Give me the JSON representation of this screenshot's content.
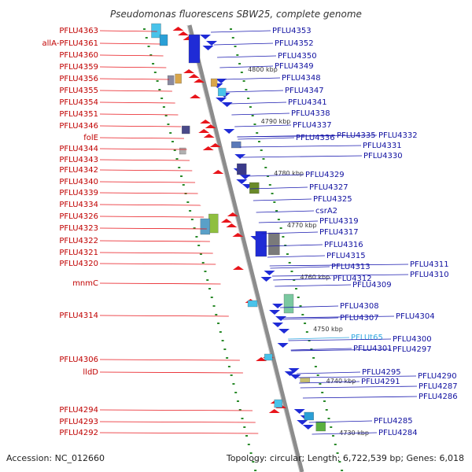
{
  "title": "Pseudomonas fluorescens SBW25, complete genome",
  "footer": {
    "accession": "Accession: NC_012660",
    "summary": "Topology: circular; Length: 6,722,539 bp; Genes: 6,018"
  },
  "colors": {
    "forward": "#e8151b",
    "reverse": "#1f2bd6",
    "rna": "#49c3ea",
    "backbone": "#8c8c8c",
    "tick": "#2a8a2a"
  },
  "scale_marks": [
    "4800 kbp",
    "4790 kbp",
    "4780 kbp",
    "4770 kbp",
    "4760 kbp",
    "4750 kbp",
    "4740 kbp",
    "4730 kbp"
  ],
  "left_labels": [
    "PFLU4363",
    "allA-PFLU4361",
    "PFLU4360",
    "PFLU4359",
    "PFLU4356",
    "PFLU4355",
    "PFLU4354",
    "PFLU4351",
    "PFLU4346",
    "folE",
    "PFLU4344",
    "PFLU4343",
    "PFLU4342",
    "PFLU4340",
    "PFLU4339",
    "PFLU4334",
    "PFLU4326",
    "PFLU4323",
    "PFLU4322",
    "PFLU4321",
    "PFLU4320",
    "mnmC",
    "PFLU4314",
    "PFLU4306",
    "lldD",
    "PFLU4294",
    "PFLU4293",
    "PFLU4292"
  ],
  "right_labels": [
    "PFLU4353",
    "PFLU4352",
    "PFLU4350",
    "PFLU4349",
    "PFLU4348",
    "PFLU4347",
    "PFLU4341",
    "PFLU4338",
    "PFLU4337",
    "PFLU4336",
    "PFLU4335",
    "PFLU4332",
    "PFLU4331",
    "PFLU4330",
    "PFLU4329",
    "PFLU4327",
    "PFLU4325",
    "csrA2",
    "PFLU4319",
    "PFLU4317",
    "PFLU4316",
    "PFLU4315",
    "PFLU4313",
    "PFLU4311",
    "PFLU4312",
    "PFLU4310",
    "PFLU4309",
    "PFLU4308",
    "PFLU4307",
    "PFLU4304",
    "PFLUt65",
    "PFLU4300",
    "PFLU4301",
    "PFLU4297",
    "PFLU4295",
    "PFLU4290",
    "PFLU4291",
    "PFLU4287",
    "PFLU4286",
    "PFLU4285",
    "PFLU4284"
  ]
}
